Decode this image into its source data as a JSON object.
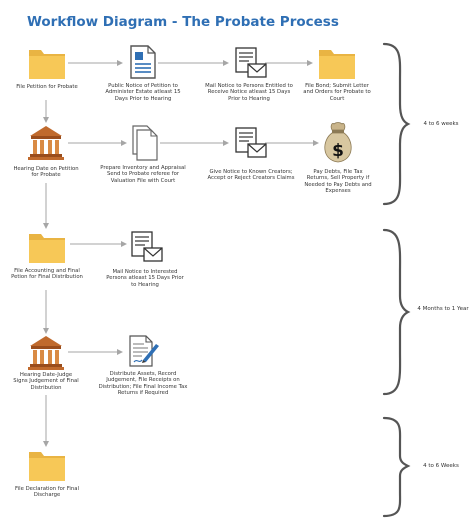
{
  "title": "Workflow Diagram - The Probate Process",
  "steps": {
    "file_petition": "File Petition for Probate",
    "public_notice": "Public Notice of Petition to Administer Estate atleast 15 Days Prior to Hearing",
    "mail_notice_persons": "Mail Notice to Persons Entitled to Receive Notice atleast 15 Days Prior to Hearing",
    "file_bond": "File Bond; Submit Letter and Orders for Probate to Court",
    "hearing_date": "Hearing Date on Petition for Probate",
    "prepare_inventory": "Prepare Inventory and Appraisal Send to Probate referee for Valuation File with Court",
    "give_notice_creditors": "Give Notice to Known Creators; Accept or Reject Creators Claims",
    "pay_debts": "Pay Debts, File Tax Returns, Sell Property if Needed to Pay Debts and Expenses",
    "file_accounting": "File Accounting and Final Petion for Final Distribution",
    "mail_notice_interested": "Mail Notice to Interested Persons atleast 15 Days Prior to Hearing",
    "hearing_judge": "Hearing Date-Judge Signs Judgement of Final Distribution",
    "distribute_assets": "Distribute Assets, Record Judgement, File Receipts on Distribution; File Final Income Tax Returns if Required",
    "file_declaration": "File Declaration for Final Discharge"
  },
  "durations": {
    "phase1": "4 to 6 weeks",
    "phase2": "4 Months to 1 Year",
    "phase3": "4 to 6 Weeks"
  },
  "icons": {
    "folder": "folder-icon",
    "document": "document-icon",
    "mail": "mail-icon",
    "courthouse": "courthouse-icon",
    "blank_documents": "blank-documents-icon",
    "money_bag": "money-bag-icon",
    "signing": "signed-document-icon"
  },
  "colors": {
    "title": "#2f6fb4",
    "folder": "#f7c857",
    "arrow": "#a6a6a6",
    "building": "#c06a2d"
  }
}
